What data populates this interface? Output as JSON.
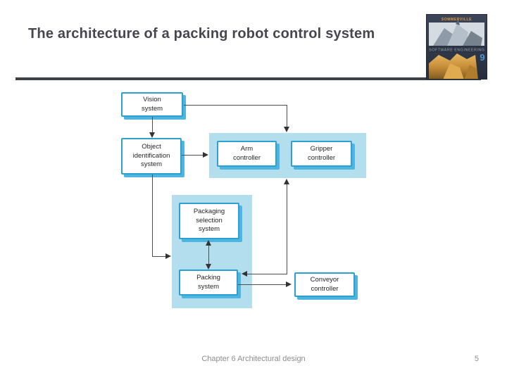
{
  "slide": {
    "title": "The architecture of a packing robot control system",
    "footer": {
      "chapter_label": "Chapter 6 Architectural design",
      "page_number": "5"
    }
  },
  "book_cover": {
    "author": "SOMMERVILLE",
    "title": "SOFTWARE ENGINEERING",
    "edition": "9"
  },
  "diagram": {
    "nodes": {
      "vision": {
        "label": "Vision\nsystem"
      },
      "object_identification": {
        "label": "Object\nidentification\nsystem"
      },
      "arm_controller": {
        "label": "Arm\ncontroller"
      },
      "gripper_controller": {
        "label": "Gripper\ncontroller"
      },
      "packaging_selection": {
        "label": "Packaging\nselection\nsystem"
      },
      "packing_system": {
        "label": "Packing\nsystem"
      },
      "conveyor_controller": {
        "label": "Conveyor\ncontroller"
      }
    }
  },
  "colors": {
    "title_text": "#46464e",
    "title_rule": "#3e4147",
    "region_fill": "#b3deee",
    "node_border": "#2d9fd1",
    "node_shadow": "#4db5df",
    "connector_line": "#4d4d4d",
    "footer_text": "#8d8d8d",
    "cover_accent_orange": "#e59b3e",
    "cover_gold": "#d8a14a",
    "cover_navy": "#323a4c"
  }
}
